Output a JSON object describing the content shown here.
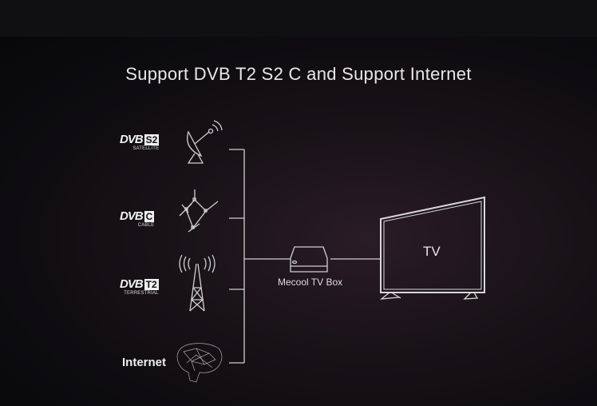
{
  "title": "Support DVB  T2  S2  C and Support Internet",
  "sources": [
    {
      "brand": "DVB",
      "badge": "S2",
      "sub": "SATELLITE",
      "icon": "satellite-dish-icon"
    },
    {
      "brand": "DVB",
      "badge": "C",
      "sub": "CABLE",
      "icon": "cable-network-icon"
    },
    {
      "brand": "DVB",
      "badge": "T2",
      "sub": "TERRESTRIAL",
      "icon": "antenna-tower-icon"
    },
    {
      "label": "Internet",
      "icon": "brain-network-icon"
    }
  ],
  "box_label": "Mecool TV Box",
  "tv_label": "TV"
}
